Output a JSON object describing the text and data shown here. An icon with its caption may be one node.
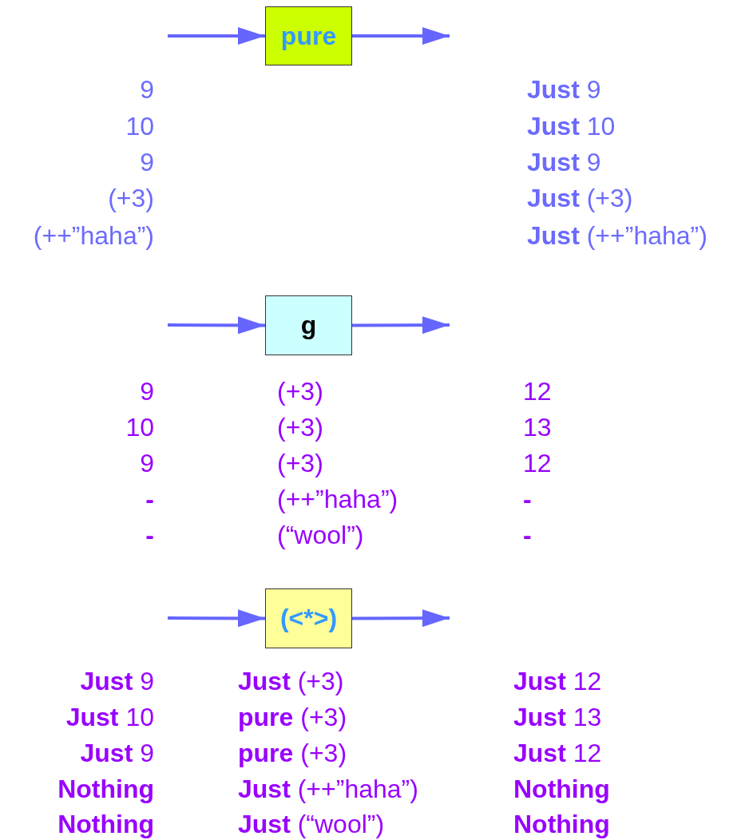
{
  "diagram": {
    "nodes": [
      {
        "text": [
          "pure"
        ]
      },
      {
        "text": [
          "g"
        ]
      },
      {
        "text": [
          "(<*>)"
        ]
      }
    ],
    "edges": [
      {
        "from": null,
        "to": 0,
        "arrow": "to"
      },
      {
        "from": 0,
        "to": null,
        "arrow": "to"
      },
      {
        "from": null,
        "to": 1,
        "arrow": "to"
      },
      {
        "from": 1,
        "to": null,
        "arrow": "to"
      },
      {
        "from": null,
        "to": 2,
        "arrow": "to"
      },
      {
        "from": 2,
        "to": null,
        "arrow": "to"
      }
    ],
    "labels": [
      "9",
      "**Just** 9",
      "10",
      "**Just** 10",
      "9",
      "**Just** 9",
      "(+3)",
      "**Just** (+3)",
      "(++”haha”)",
      "**Just** (++”haha”)",
      "9",
      "(+3)",
      "12",
      "10",
      "(+3)",
      "13",
      "9",
      "(+3)",
      "12",
      "-",
      "(++”haha”)",
      "-",
      "-",
      "(“wool”)",
      "-",
      "**Just** 9",
      "**Just** (+3)",
      "**Just** 12",
      "**Just** 10",
      "**pure** (+3)",
      "**Just** 13",
      "**Just** 9",
      "**pure** (+3)",
      "**Just** 12",
      "Nothing",
      "**Just** (++”haha”)",
      "Nothing",
      "Nothing",
      "**Just** (“wool”)",
      "Nothing"
    ]
  }
}
